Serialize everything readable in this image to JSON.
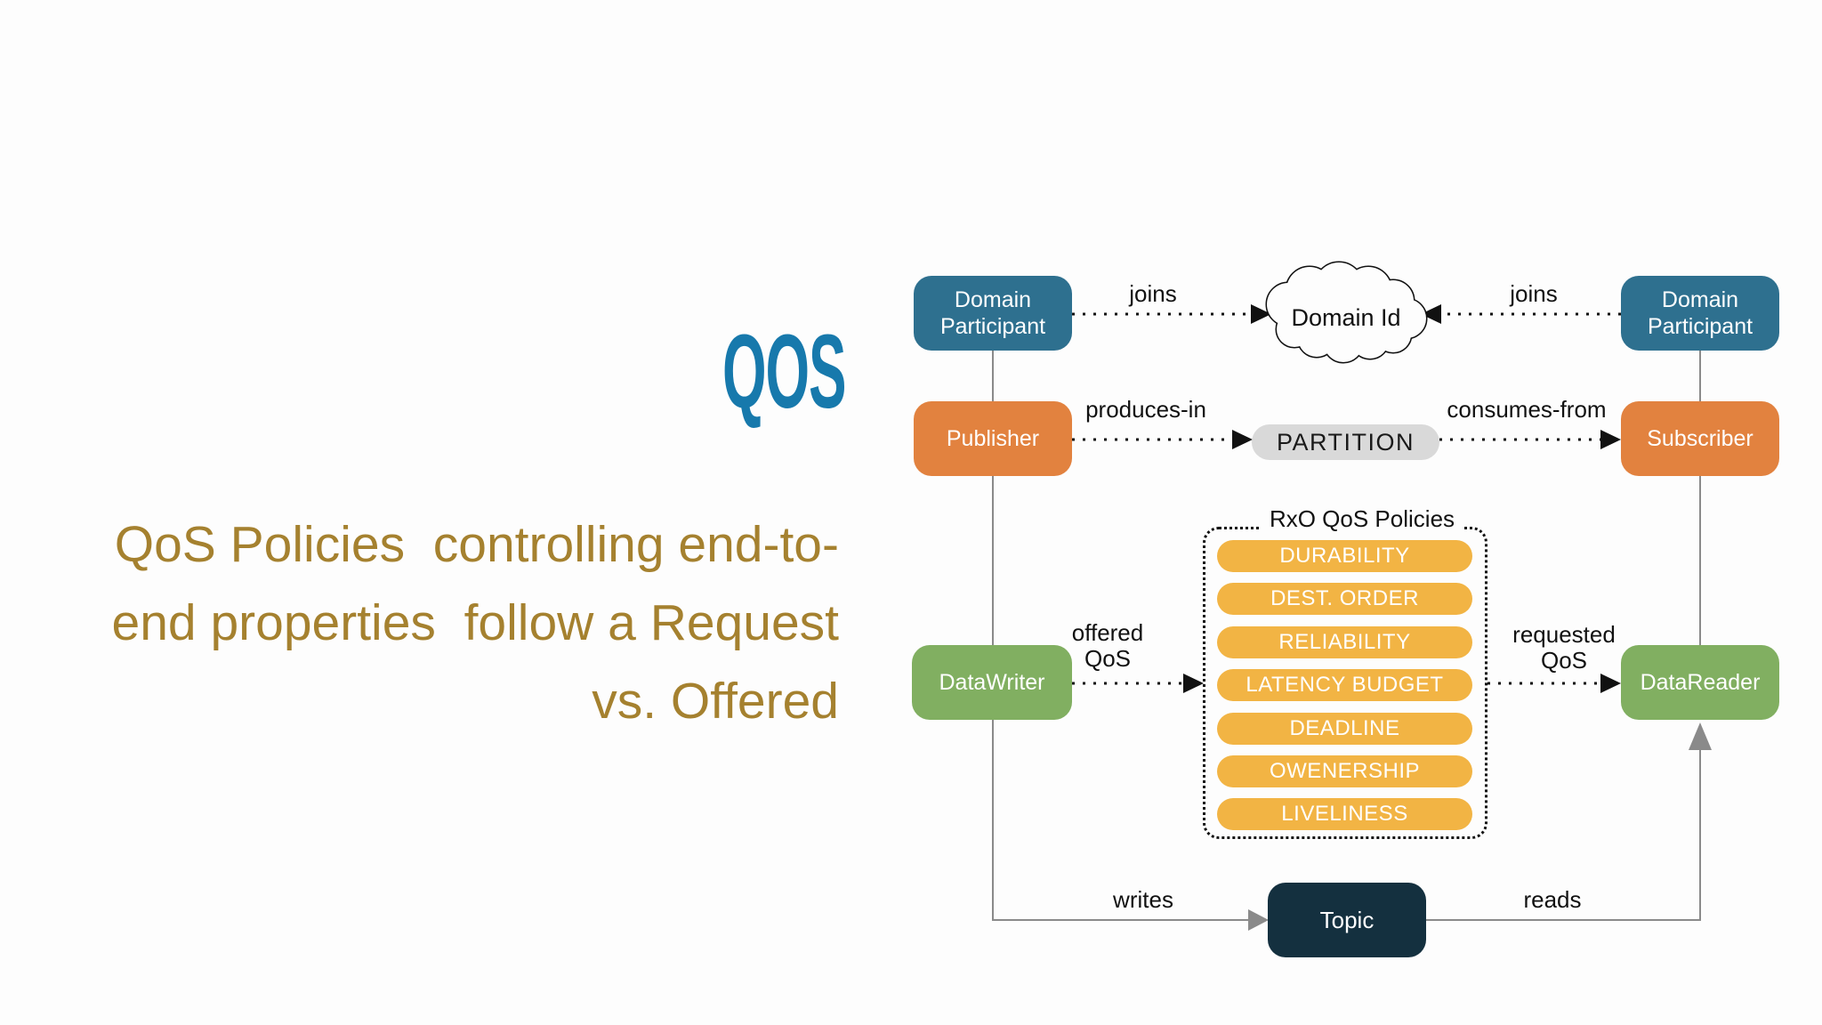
{
  "slide": {
    "logo": "QOS",
    "headline": [
      "QoS Policies  controlling end-to-",
      "end properties  follow a Request",
      "vs. Offered"
    ]
  },
  "diagram": {
    "nodes": {
      "dp_left": "Domain Participant",
      "dp_right": "Domain Participant",
      "publisher": "Publisher",
      "subscriber": "Subscriber",
      "datawriter": "DataWriter",
      "datareader": "DataReader",
      "topic": "Topic",
      "domain_id": "Domain Id",
      "partition": "PARTITION"
    },
    "rxo": {
      "title": "RxO QoS Policies",
      "policies": [
        "DURABILITY",
        "DEST. ORDER",
        "RELIABILITY",
        "LATENCY BUDGET",
        "DEADLINE",
        "OWENERSHIP",
        "LIVELINESS"
      ]
    },
    "edge_labels": {
      "joins_left": "joins",
      "joins_right": "joins",
      "produces_in": "produces-in",
      "consumes_from": "consumes-from",
      "offered_qos": "offered QoS",
      "requested_qos": "requested QoS",
      "writes": "writes",
      "reads": "reads"
    }
  },
  "colors": {
    "participant_teal": "#2E708F",
    "pub_sub_orange": "#E2823F",
    "reader_writer_green": "#81AF61",
    "policy_pill_orange": "#F2B444",
    "partition_gray": "#D9D9D9",
    "topic_navy": "#14303F",
    "logo_blue": "#1779AC",
    "headline_gold": "#A5812F",
    "connector_gray": "#8A8A8A",
    "arrow_black": "#111111"
  }
}
